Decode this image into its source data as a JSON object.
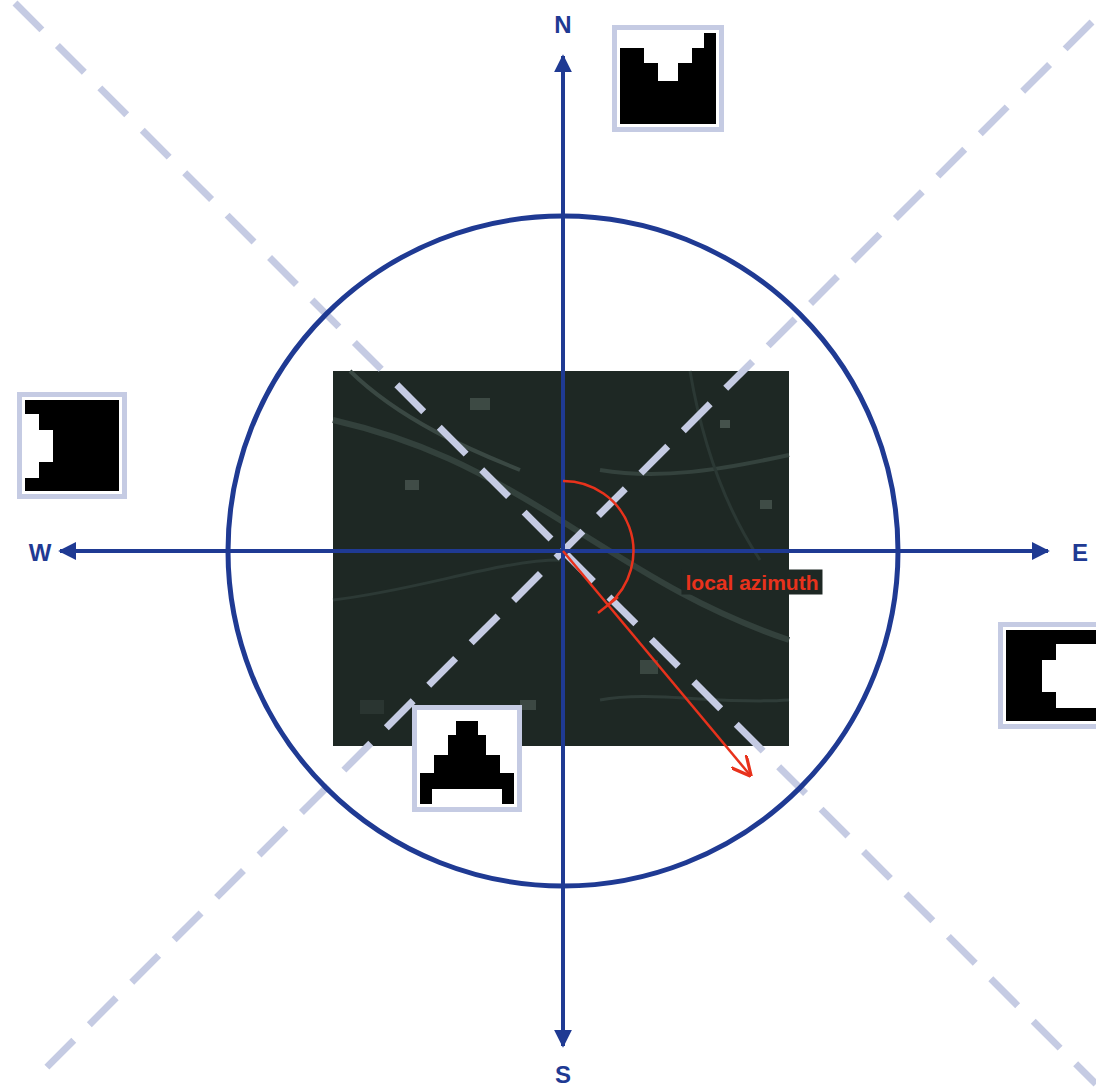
{
  "diagram": {
    "labels": [
      "N",
      "W",
      "E",
      "local azimuth",
      "S"
    ]
  }
}
